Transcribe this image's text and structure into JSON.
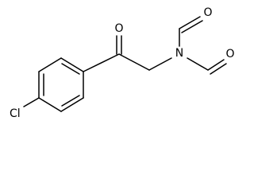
{
  "structure": {
    "atoms": {
      "o1": "O",
      "o2": "O",
      "o3": "O",
      "n": "N",
      "cl": "Cl"
    }
  }
}
